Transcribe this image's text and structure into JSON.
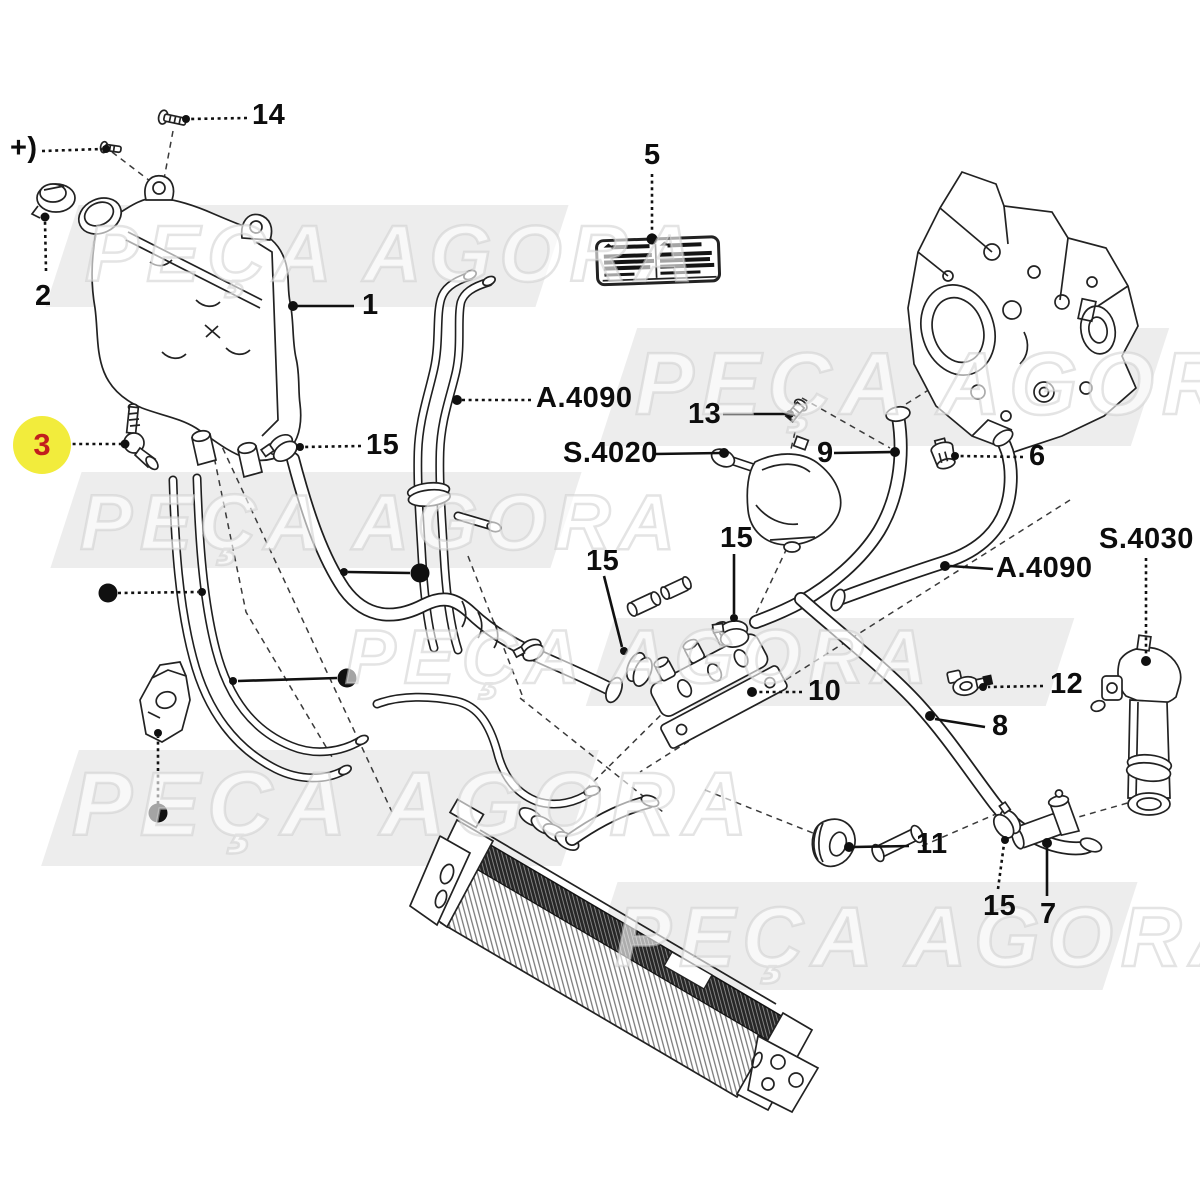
{
  "diagram_title": "cooling-system-parts-diagram",
  "watermark": {
    "text": "PEÇA AGORA"
  },
  "colors": {
    "line": "#1f1f1f",
    "highlight_bg": "#f2ec3c",
    "highlight_text": "#c21d1d",
    "watermark_band": "#ededed"
  },
  "callouts": [
    {
      "id": "plus-note",
      "text": "+)"
    },
    {
      "id": "part-14",
      "text": "14"
    },
    {
      "id": "part-2",
      "text": "2"
    },
    {
      "id": "part-1",
      "text": "1"
    },
    {
      "id": "part-5",
      "text": "5"
    },
    {
      "id": "part-3-highlighted",
      "text": "3"
    },
    {
      "id": "part-15-tank-clamp",
      "text": "15"
    },
    {
      "id": "hose-ref-upper",
      "text": "A.4090"
    },
    {
      "id": "part-13",
      "text": "13"
    },
    {
      "id": "assembly-ref-pump",
      "text": "S.4020"
    },
    {
      "id": "part-9",
      "text": "9"
    },
    {
      "id": "part-6",
      "text": "6"
    },
    {
      "id": "part-15-manifold-clamp",
      "text": "15"
    },
    {
      "id": "part-15-hose-clamp",
      "text": "15"
    },
    {
      "id": "assembly-ref-thermostat",
      "text": "S.4030"
    },
    {
      "id": "hose-ref-lower",
      "text": "A.4090"
    },
    {
      "id": "part-10",
      "text": "10"
    },
    {
      "id": "part-12",
      "text": "12"
    },
    {
      "id": "part-8",
      "text": "8"
    },
    {
      "id": "part-11",
      "text": "11"
    },
    {
      "id": "part-15-elbow-clamp",
      "text": "15"
    },
    {
      "id": "part-7",
      "text": "7"
    }
  ]
}
